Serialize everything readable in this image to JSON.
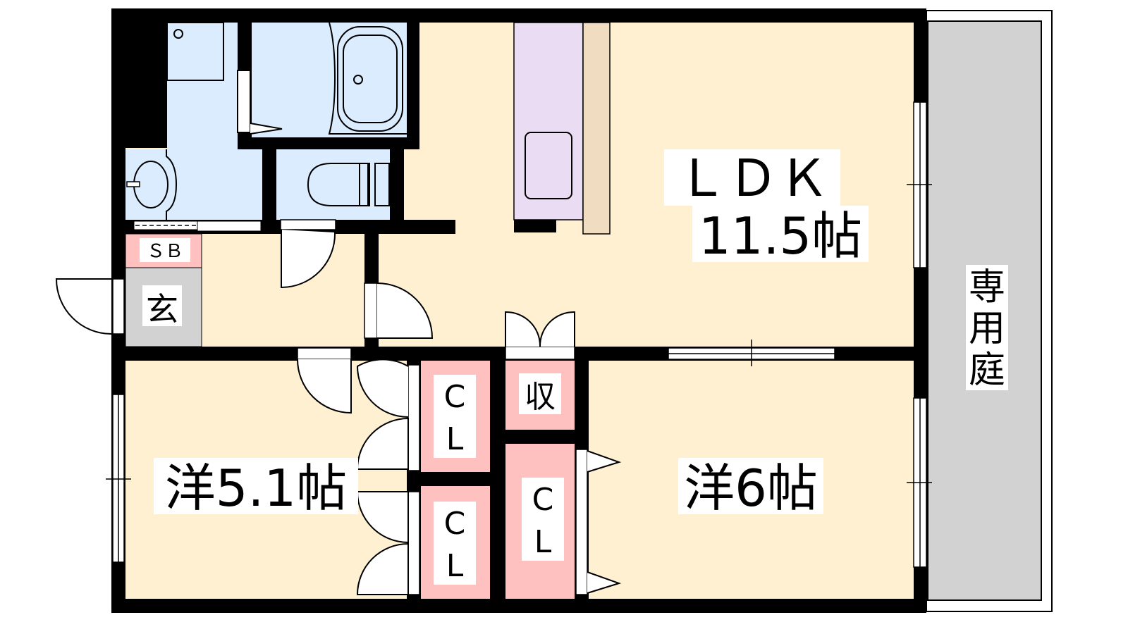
{
  "floorplan": {
    "rooms": {
      "ldk": {
        "name": "ＬＤＫ",
        "size": "11.5帖"
      },
      "western_a": {
        "label": "洋5.1帖"
      },
      "western_b": {
        "label": "洋6帖"
      },
      "shoe_box": {
        "label": "ＳＢ"
      },
      "entrance": {
        "label": "玄"
      },
      "closet_1": {
        "line1": "C",
        "line2": "L"
      },
      "closet_2": {
        "line1": "C",
        "line2": "L"
      },
      "closet_3": {
        "line1": "C",
        "line2": "L"
      },
      "storage": {
        "label": "収"
      },
      "garden": {
        "c1": "専",
        "c2": "用",
        "c3": "庭"
      }
    },
    "colors": {
      "living": "#fff0d2",
      "water": "#dcecff",
      "closet": "#ffc0c0",
      "entrance": "#d2d2d2",
      "kitchen": "#eadcf2",
      "counter": "#f0dcc0",
      "garden": "#d2d2d2",
      "wall": "#000000"
    }
  }
}
